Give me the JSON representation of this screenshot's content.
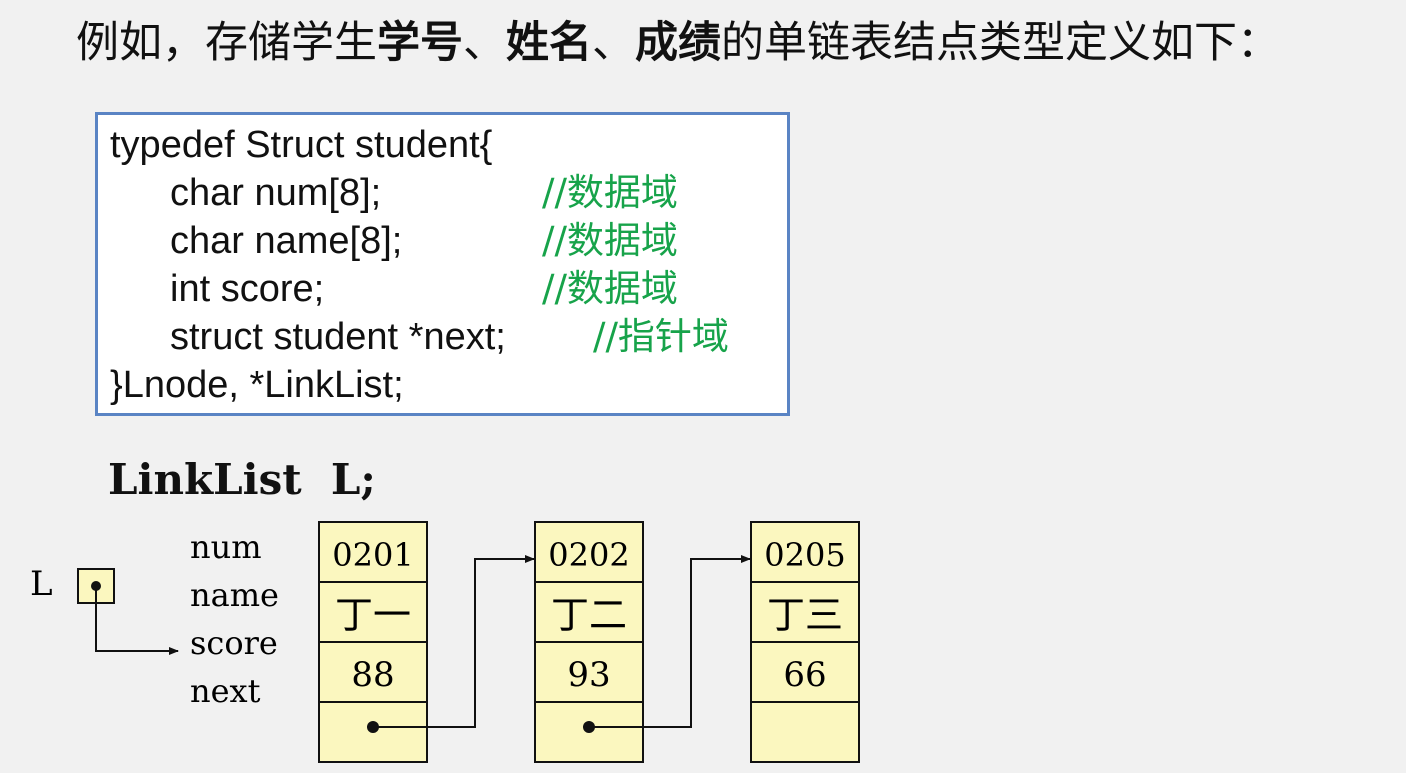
{
  "heading": {
    "prefix": "例如，存储学生",
    "field1": "学号",
    "sep1": "、",
    "field2": "姓名",
    "sep2": "、",
    "field3": "成绩",
    "suffix": "的单链表结点类型定义如下："
  },
  "code": {
    "lines": [
      "typedef Struct student{",
      "char num[8];",
      "char name[8];",
      "int score;",
      "struct student *next;",
      "}Lnode, *LinkList;"
    ],
    "comments": [
      "//数据域",
      "//数据域",
      "//数据域",
      "//指针域"
    ]
  },
  "declaration": "LinkList  L;",
  "diagram": {
    "head_pointer_label": "L",
    "field_labels": [
      "num",
      "name",
      "score",
      "next"
    ],
    "nodes": [
      {
        "num": "0201",
        "name": "丁一",
        "score": "88",
        "has_next": true
      },
      {
        "num": "0202",
        "name": "丁二",
        "score": "93",
        "has_next": true
      },
      {
        "num": "0205",
        "name": "丁三",
        "score": "66",
        "has_next": false
      }
    ],
    "colors": {
      "node_fill": "#fbf7bf",
      "stroke": "#111111",
      "comment": "#17a34a",
      "box_border": "#5a84c4"
    }
  }
}
